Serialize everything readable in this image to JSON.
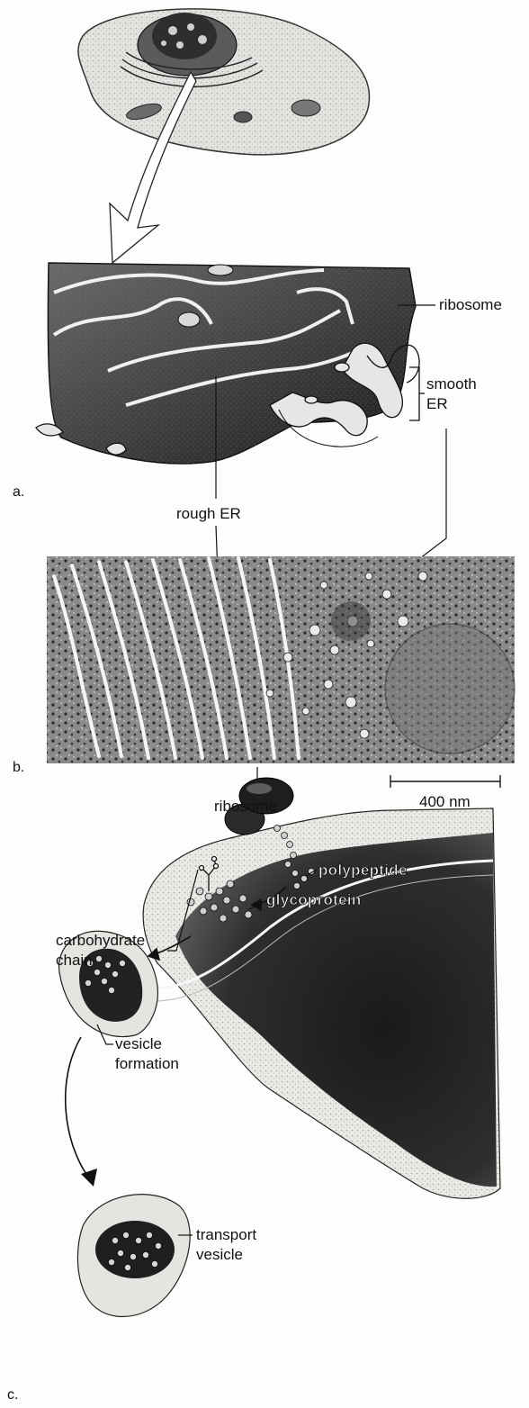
{
  "panels": {
    "a": "a.",
    "b": "b.",
    "c": "c."
  },
  "labels": {
    "ribosome_top": "ribosome",
    "smooth_er_line1": "smooth",
    "smooth_er_line2": "ER",
    "rough_er": "rough ER",
    "ribosome_mid": "ribosome",
    "carbohydrate_line1": "carbohydrate",
    "carbohydrate_line2": "chain",
    "polypeptide": "polypeptide",
    "glycoprotein": "glycoprotein",
    "vesicle_formation_line1": "vesicle",
    "vesicle_formation_line2": "formation",
    "transport_vesicle_line1": "transport",
    "transport_vesicle_line2": "vesicle"
  },
  "scale_bar": {
    "label": "400 nm"
  }
}
